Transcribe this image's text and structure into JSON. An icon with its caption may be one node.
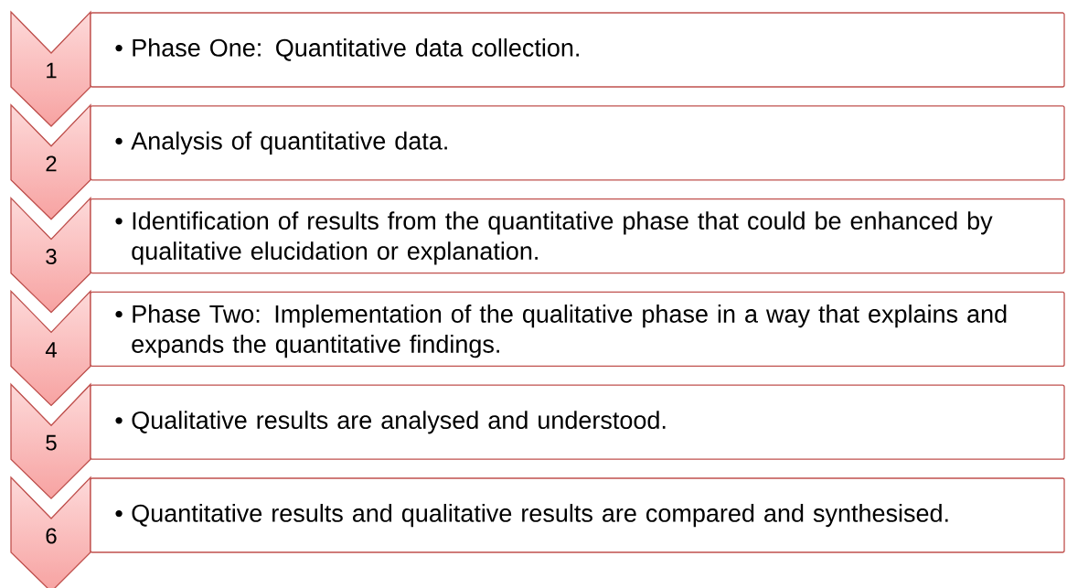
{
  "diagram": {
    "nodes": [
      {
        "text": [
          "1"
        ]
      },
      {
        "text": [
          "•",
          "Phase One: Quantitative data collection."
        ]
      },
      {
        "text": [
          "2"
        ]
      },
      {
        "text": [
          "•",
          "Analysis of quantitative data."
        ]
      },
      {
        "text": [
          "3"
        ]
      },
      {
        "text": [
          "•",
          "Identification of results from the quantitative phase that could be enhanced by qualitative elucidation or explanation."
        ]
      },
      {
        "text": [
          "4"
        ]
      },
      {
        "text": [
          "•",
          "Phase Two: Implementation of the qualitative phase in a way that explains and expands the quantitative findings."
        ]
      },
      {
        "text": [
          "5"
        ]
      },
      {
        "text": [
          "•",
          "Qualitative results are analysed and understood."
        ]
      },
      {
        "text": [
          "6"
        ]
      },
      {
        "text": [
          "•",
          "Quantitative results and qualitative results are compared and synthesised."
        ]
      }
    ]
  }
}
